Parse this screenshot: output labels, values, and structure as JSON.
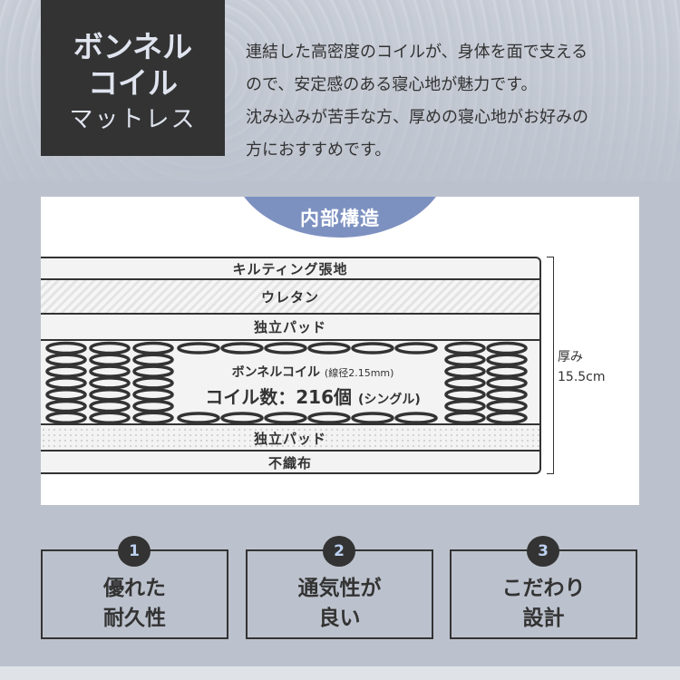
{
  "header": {
    "title_line1": "ボンネル",
    "title_line2": "コイル",
    "title_line3": "マットレス",
    "description": [
      "連結した高密度のコイルが、身体を面で支える",
      "ので、安定感のある寝心地が魅力です。",
      "沈み込みが苦手な方、厚めの寝心地がお好みの",
      "方におすすめです。"
    ]
  },
  "structure": {
    "tab_label": "内部構造",
    "layers": [
      "キルティング張地",
      "ウレタン",
      "独立パッド",
      "独立パッド",
      "不織布"
    ],
    "coil_name": "ボンネルコイル",
    "coil_wire": "(線径2.15mm)",
    "coil_count": "コイル数：216個",
    "coil_type": "(シングル)",
    "thickness_label": "厚み",
    "thickness_value": "15.5cm"
  },
  "features": [
    {
      "num": "1",
      "line1": "優れた",
      "line2": "耐久性"
    },
    {
      "num": "2",
      "line1": "通気性が",
      "line2": "良い"
    },
    {
      "num": "3",
      "line1": "こだわり",
      "line2": "設計"
    }
  ],
  "colors": {
    "dark": "#333333",
    "accent": "#7d91c1",
    "background": "#bcc2cd"
  }
}
